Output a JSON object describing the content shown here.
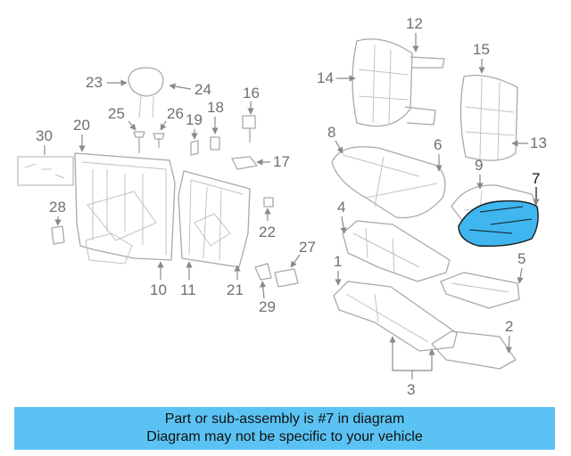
{
  "diagram": {
    "callouts": {
      "c1": "1",
      "c2": "2",
      "c3": "3",
      "c4": "4",
      "c5": "5",
      "c6": "6",
      "c7": "7",
      "c8": "8",
      "c9": "9",
      "c10": "10",
      "c11": "11",
      "c12": "12",
      "c13": "13",
      "c14": "14",
      "c15": "15",
      "c16": "16",
      "c17": "17",
      "c18": "18",
      "c19": "19",
      "c20": "20",
      "c21": "21",
      "c22": "22",
      "c23": "23",
      "c24": "24",
      "c25": "25",
      "c26": "26",
      "c27": "27",
      "c28": "28",
      "c29": "29",
      "c30": "30"
    },
    "highlight_color": "#3fb6f0"
  },
  "footer": {
    "line1": "Part or sub-assembly is #7 in diagram",
    "line2": "Diagram may not be specific to your vehicle",
    "background": "#5bc3f3"
  }
}
